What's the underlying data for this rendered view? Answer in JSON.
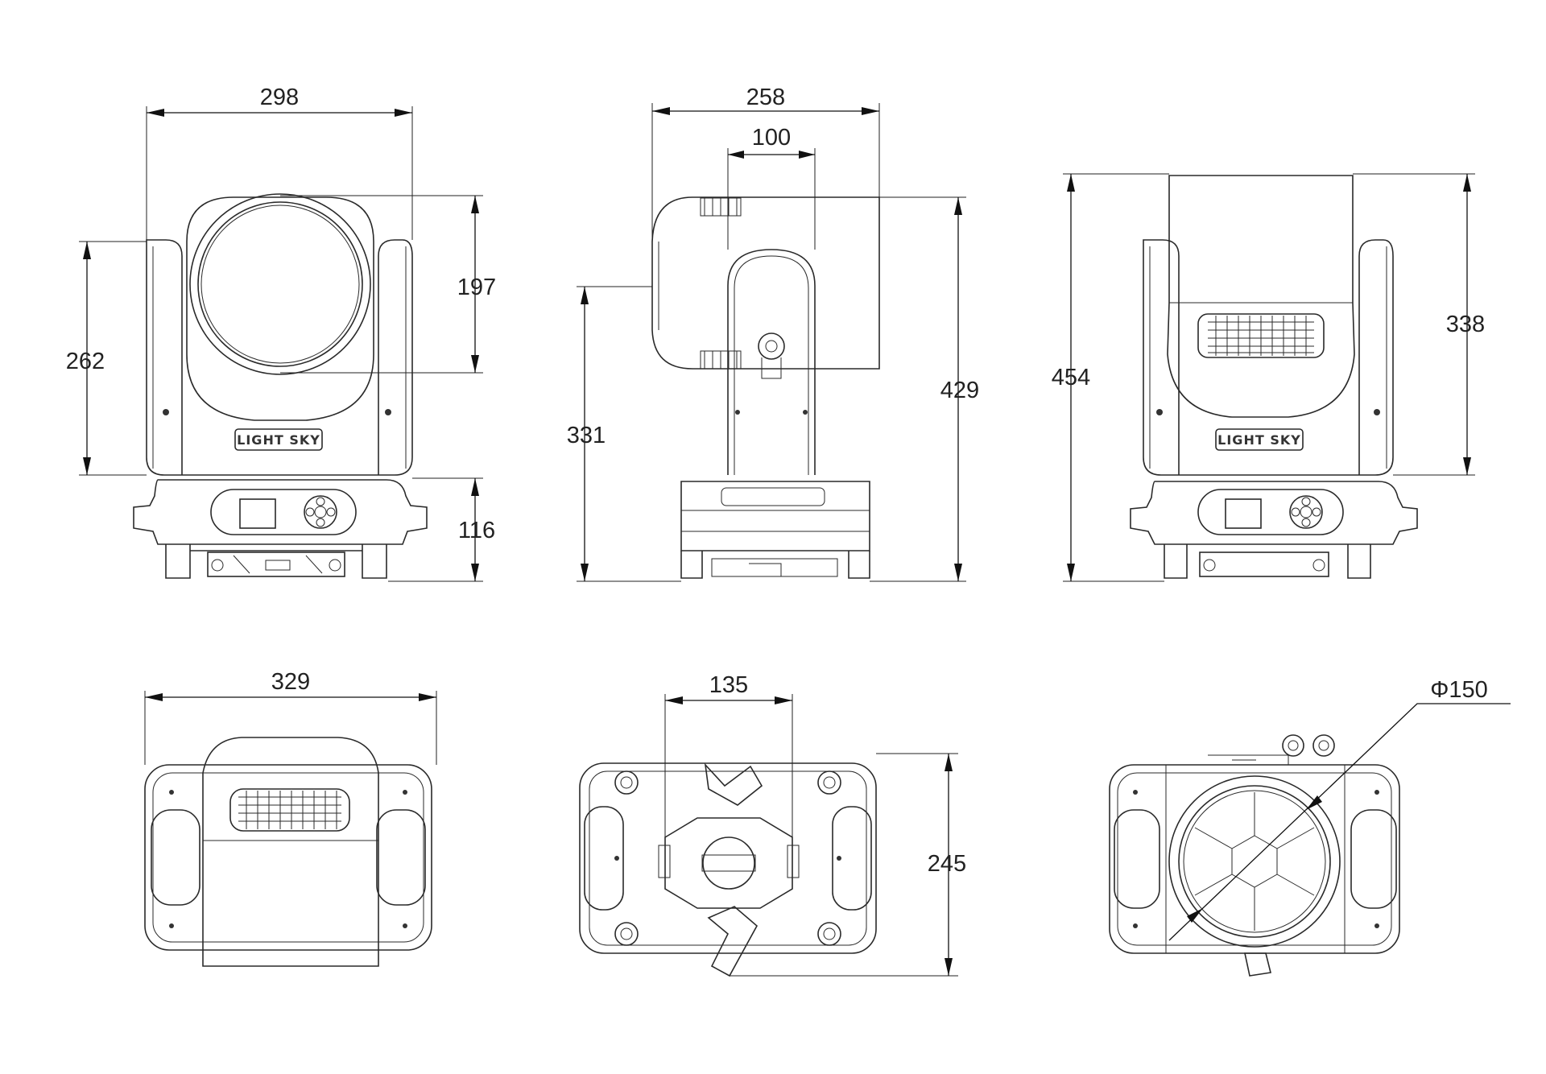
{
  "views": {
    "front": {
      "width_label": "298",
      "head_height_label": "262",
      "lens_height_label": "197",
      "base_height_label": "116",
      "logo_text": "LIGHT SKY"
    },
    "side": {
      "depth_label": "258",
      "arm_depth_label": "100",
      "pivot_height_label": "331",
      "total_height_label": "429"
    },
    "rear": {
      "total_height_label": "454",
      "head_height_label": "338",
      "logo_text": "LIGHT SKY"
    },
    "top": {
      "width_label": "329"
    },
    "bottom": {
      "clamp_width_label": "135",
      "depth_label": "245"
    },
    "lens_face": {
      "diameter_label": "Φ150"
    }
  }
}
